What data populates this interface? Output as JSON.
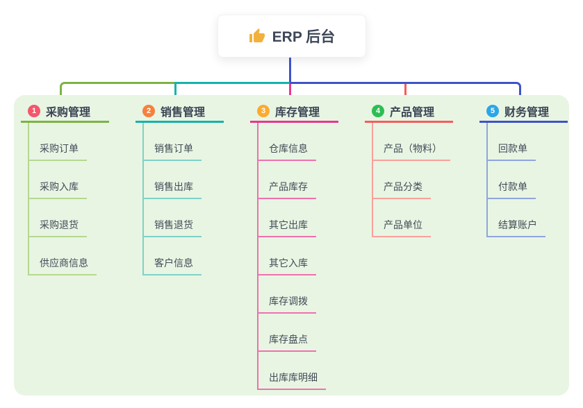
{
  "root": {
    "label": "ERP 后台",
    "icon": "thumbs-up",
    "icon_color": "#f2b13d",
    "connector_color": "#3e52c8"
  },
  "panel": {
    "background": "#e8f5e3"
  },
  "branches": [
    {
      "num": "1",
      "title": "采购管理",
      "badge_color": "#f4566c",
      "line_color": "#7cb342",
      "child_line_color": "#b4d890",
      "children": [
        "采购订单",
        "采购入库",
        "采购退货",
        "供应商信息"
      ]
    },
    {
      "num": "2",
      "title": "销售管理",
      "badge_color": "#f5813d",
      "line_color": "#14b3a9",
      "child_line_color": "#7ed1c8",
      "children": [
        "销售订单",
        "销售出库",
        "销售退货",
        "客户信息"
      ]
    },
    {
      "num": "3",
      "title": "库存管理",
      "badge_color": "#fbab30",
      "line_color": "#e8368f",
      "child_line_color": "#ee71ad",
      "children": [
        "仓库信息",
        "产品库存",
        "其它出库",
        "其它入库",
        "库存调拨",
        "库存盘点",
        "出库库明细"
      ]
    },
    {
      "num": "4",
      "title": "产品管理",
      "badge_color": "#2ebd55",
      "line_color": "#f65b5b",
      "child_line_color": "#f9a09b",
      "children": [
        "产品（物料）",
        "产品分类",
        "产品单位"
      ]
    },
    {
      "num": "5",
      "title": "财务管理",
      "badge_color": "#2ba6e8",
      "line_color": "#3e52c8",
      "child_line_color": "#8ea5dd",
      "children": [
        "回款单",
        "付款单",
        "结算账户"
      ]
    }
  ]
}
